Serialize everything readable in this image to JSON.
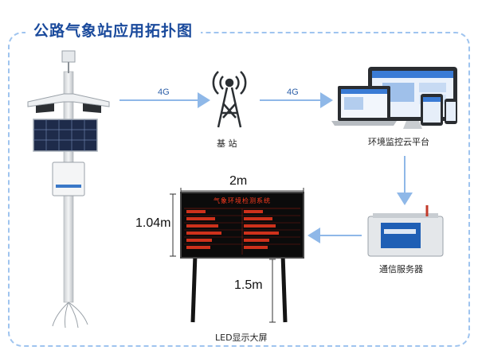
{
  "title": "公路气象站应用拓扑图",
  "links": {
    "station_to_base": "4G",
    "base_to_platform": "4G"
  },
  "nodes": {
    "base_station": "基 站",
    "platform": "环境监控云平台",
    "server": "通信服务器",
    "led_screen": "LED显示大屏"
  },
  "dimensions": {
    "screen_width": "2m",
    "screen_height": "1.04m",
    "screen_elevation": "1.5m"
  },
  "led": {
    "header": "气象环境检测系统"
  },
  "colors": {
    "title": "#1a4a9c",
    "frame": "#9fc4ef",
    "arrow": "#8fb8e8",
    "led_text": "#ff3b1f"
  }
}
